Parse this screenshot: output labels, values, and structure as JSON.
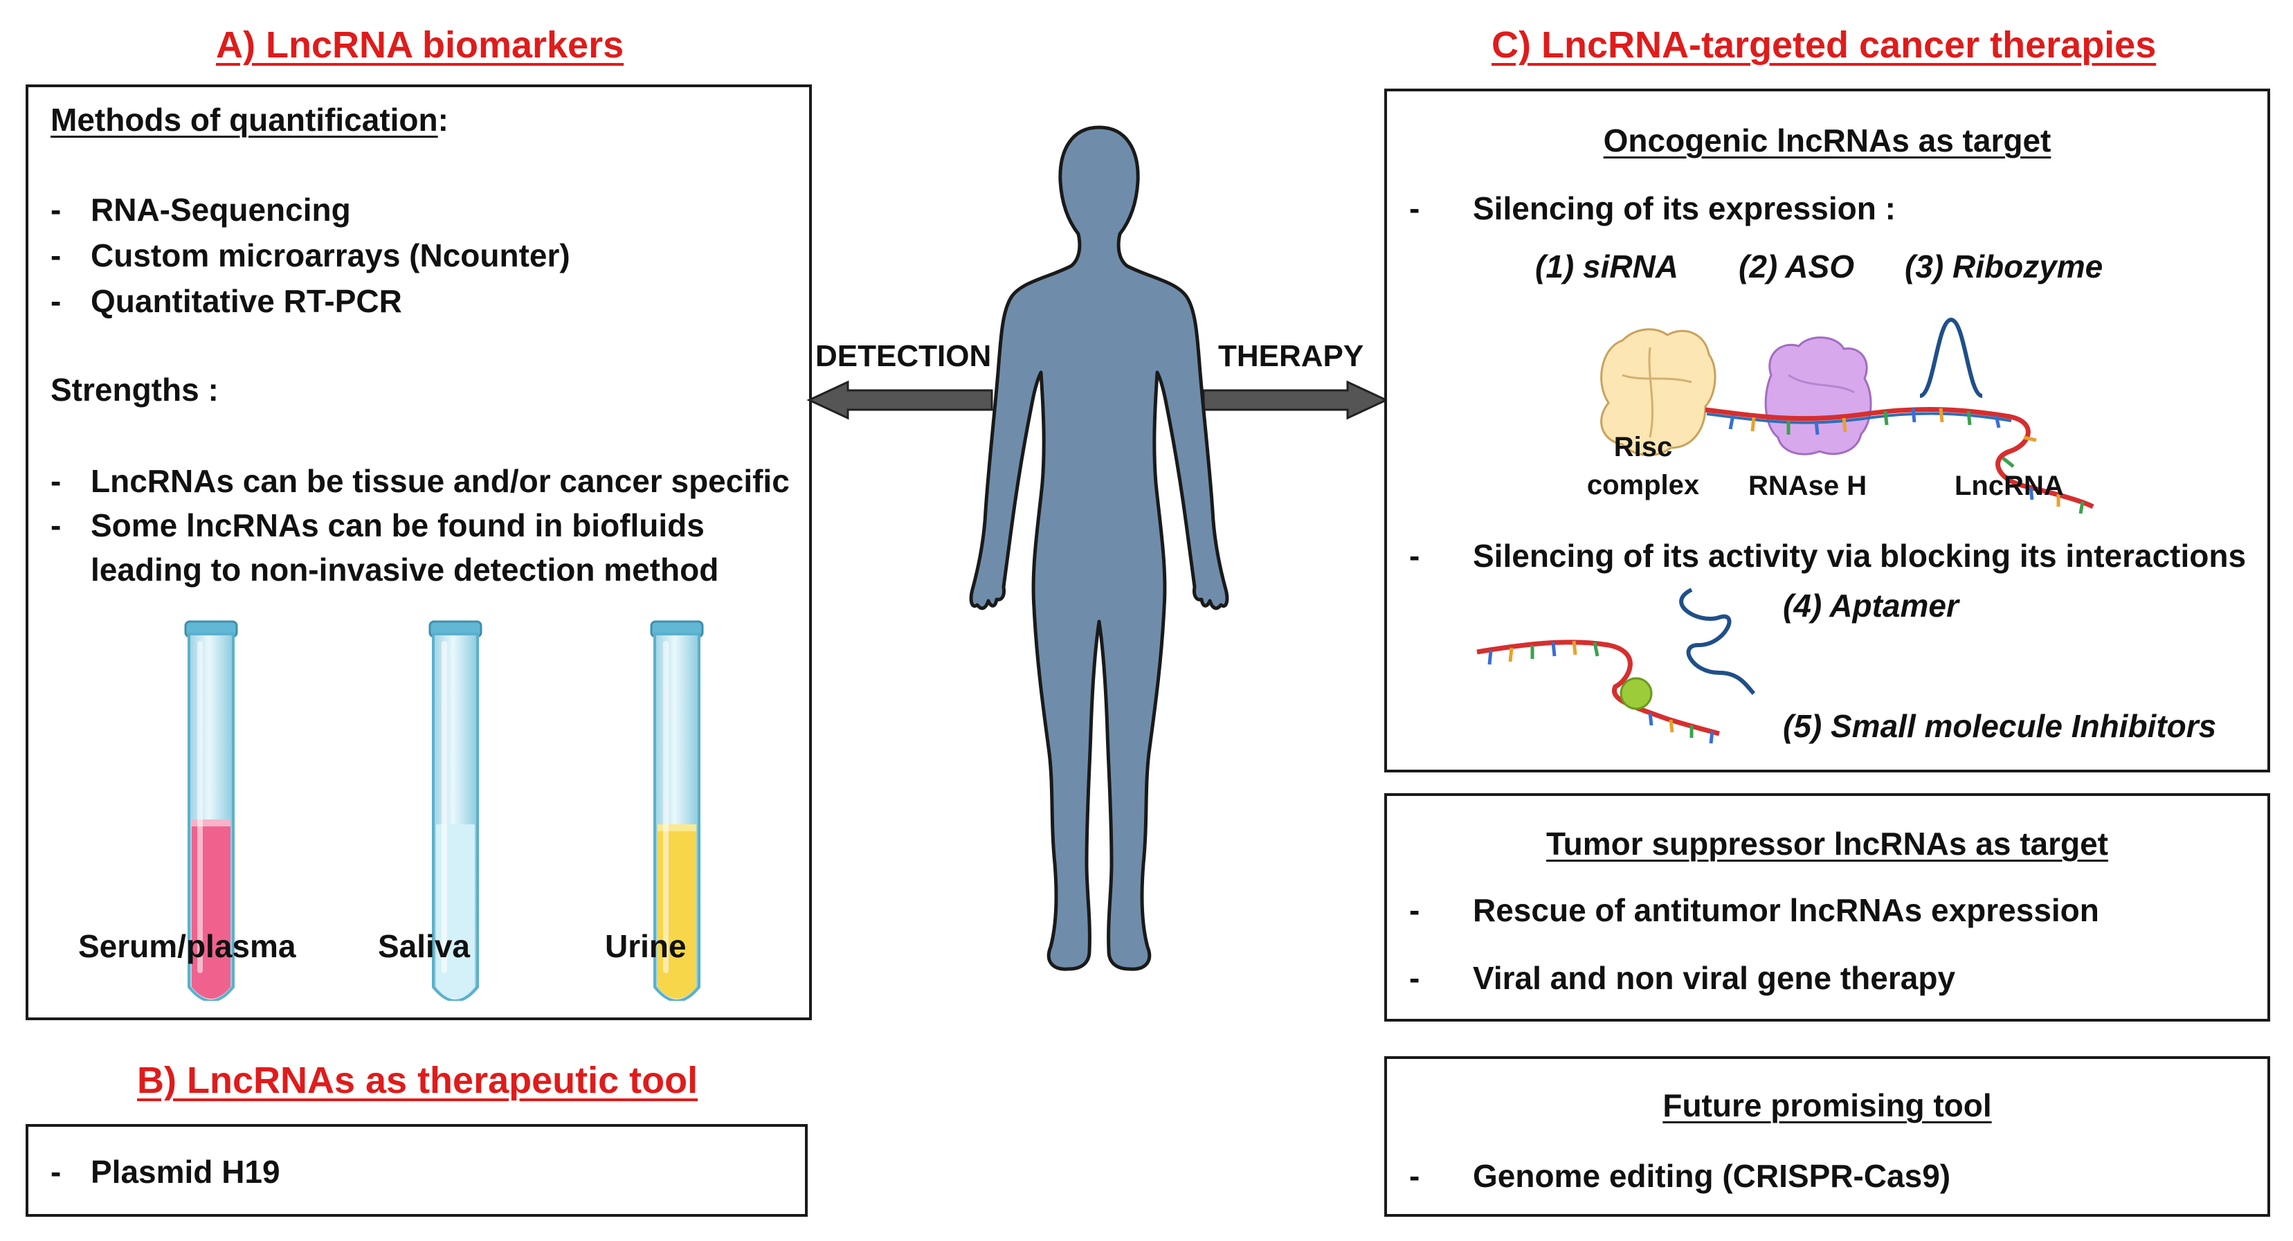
{
  "sectionA": {
    "title": "A) LncRNA biomarkers",
    "methods_heading": "Methods of quantification",
    "methods_colon": ":",
    "methods": [
      "RNA-Sequencing",
      "Custom microarrays (Ncounter)",
      "Quantitative RT-PCR"
    ],
    "strengths_heading": "Strengths :",
    "strengths": [
      "LncRNAs can be tissue and/or cancer specific",
      "Some lncRNAs can be found in biofluids",
      "leading to non-invasive detection method"
    ],
    "tubes": [
      {
        "label": "Serum/plasma",
        "color": "#f0628e"
      },
      {
        "label": "Saliva",
        "color": "#d4f0f8"
      },
      {
        "label": "Urine",
        "color": "#f7d64a"
      }
    ]
  },
  "sectionB": {
    "title": "B) LncRNAs as therapeutic tool",
    "items": [
      "Plasmid H19"
    ]
  },
  "center": {
    "detection_label": "DETECTION",
    "therapy_label": "THERAPY",
    "body_color": "#6f8daa"
  },
  "sectionC": {
    "title": "C) LncRNA-targeted cancer therapies",
    "oncogenic": {
      "heading": "Oncogenic lncRNAs as target",
      "silencing_expression": "Silencing of its expression :",
      "methods": [
        "(1) siRNA",
        "(2) ASO",
        "(3) Ribozyme"
      ],
      "labels": {
        "risc_line1": "Risc",
        "risc_line2": "complex",
        "rnase": "RNAse H",
        "lncrna": "LncRNA"
      },
      "silencing_activity": "Silencing of its activity via blocking its interactions",
      "aptamer": "(4) Aptamer",
      "small_molecule": "(5) Small molecule Inhibitors"
    },
    "tumor": {
      "heading": "Tumor suppressor lncRNAs as target",
      "items": [
        "Rescue of antitumor lncRNAs expression",
        "Viral and non viral gene therapy"
      ]
    },
    "future": {
      "heading": "Future promising tool",
      "items": [
        "Genome editing (CRISPR-Cas9)"
      ]
    }
  },
  "colors": {
    "title_red": "#e01b1b",
    "arrow_gray": "#555555"
  }
}
